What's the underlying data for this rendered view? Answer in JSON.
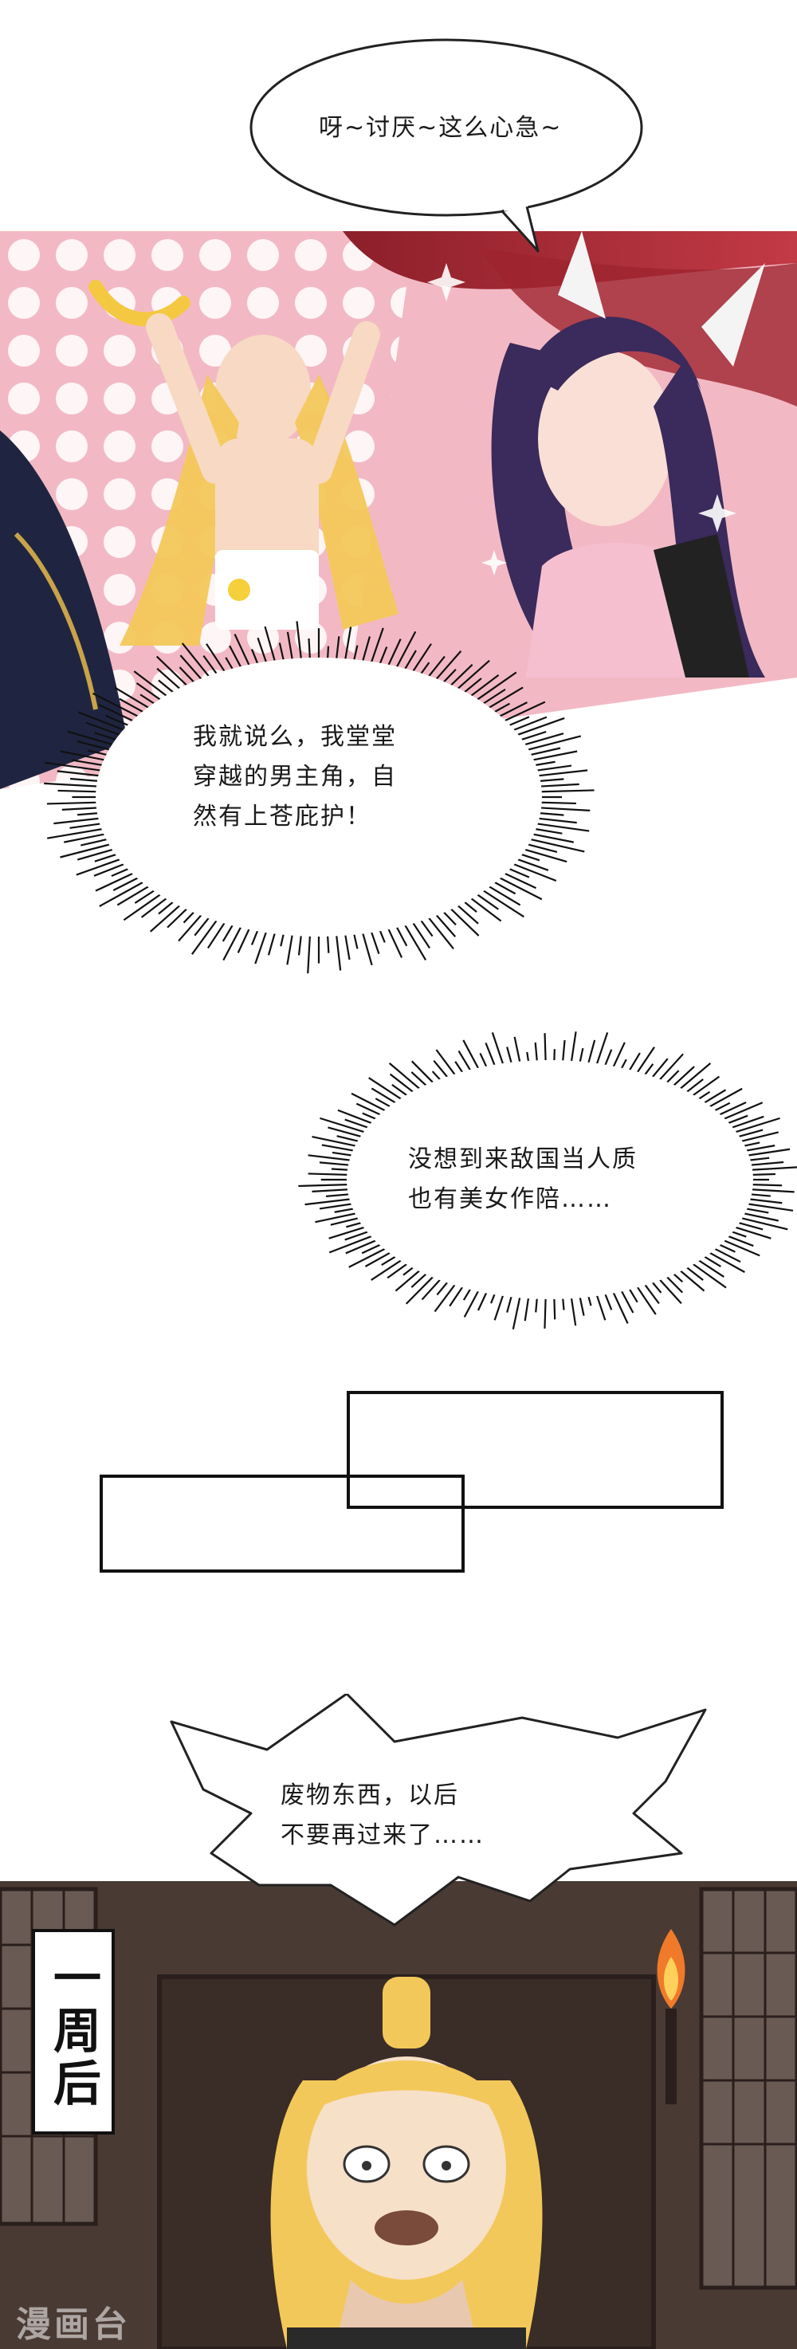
{
  "bubbles": {
    "top": "呀~讨厌~这么心急~",
    "burst1_line1": "我就说么，我堂堂",
    "burst1_line2": "穿越的男主角，自",
    "burst1_line3": "然有上苍庇护！",
    "burst2_line1": "没想到来敌国当人质",
    "burst2_line2": "也有美女作陪……",
    "spiky_line1": "废物东西，以后",
    "spiky_line2": "不要再过来了……"
  },
  "caption": {
    "text": "一周后"
  },
  "watermark": {
    "text": "漫画台"
  },
  "colors": {
    "panel1_bg": "#f2b9c4",
    "panel2_bg": "#4a3a34",
    "hair": "#f3c85a",
    "ink": "#111111"
  }
}
